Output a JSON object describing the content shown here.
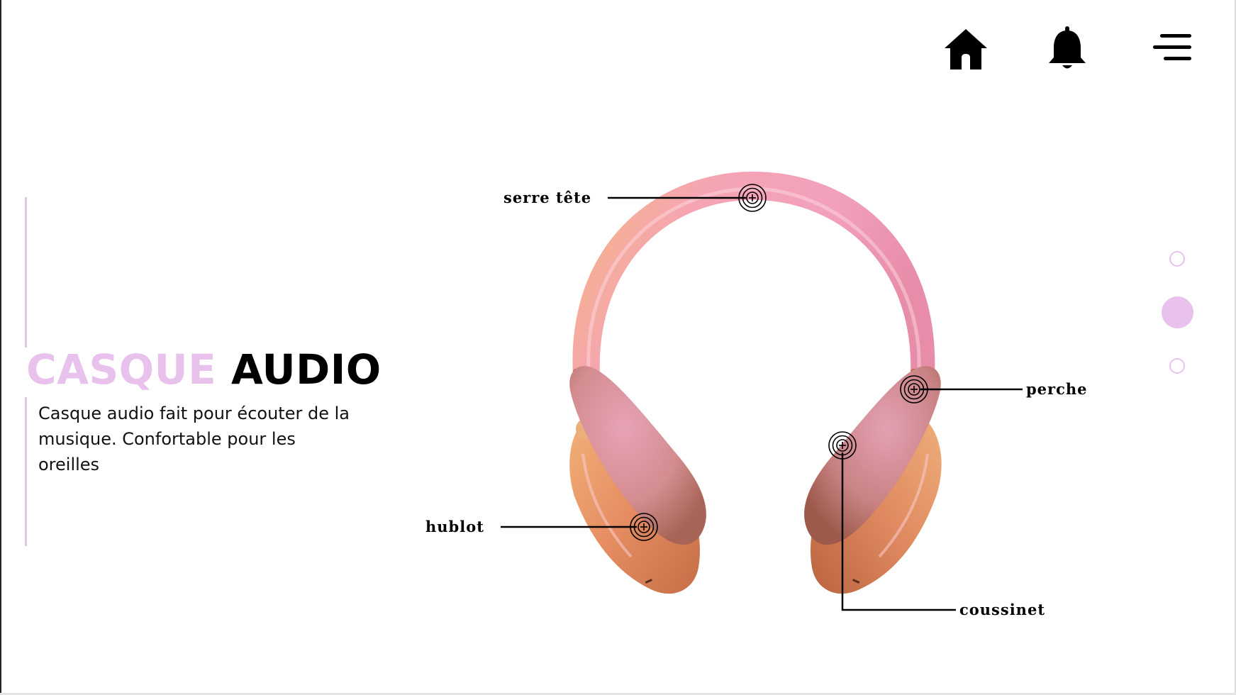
{
  "nav": {
    "home_icon": "home-icon",
    "notification_icon": "bell-icon",
    "menu_icon": "menu-icon"
  },
  "hero": {
    "title_part1": "CASQUE",
    "title_part2": "AUDIO",
    "description": "Casque audio fait pour écouter de la musique. Confortable pour les oreilles"
  },
  "callouts": {
    "headband": "serre tête",
    "slider": "perche",
    "earcup": "hublot",
    "cushion": "coussinet"
  },
  "pagination": {
    "total": 3,
    "active_index": 1
  },
  "colors": {
    "accent": "#e8c2ec",
    "text": "#000000",
    "product_gold": "#e3955a",
    "product_pink": "#f0a0b4"
  }
}
